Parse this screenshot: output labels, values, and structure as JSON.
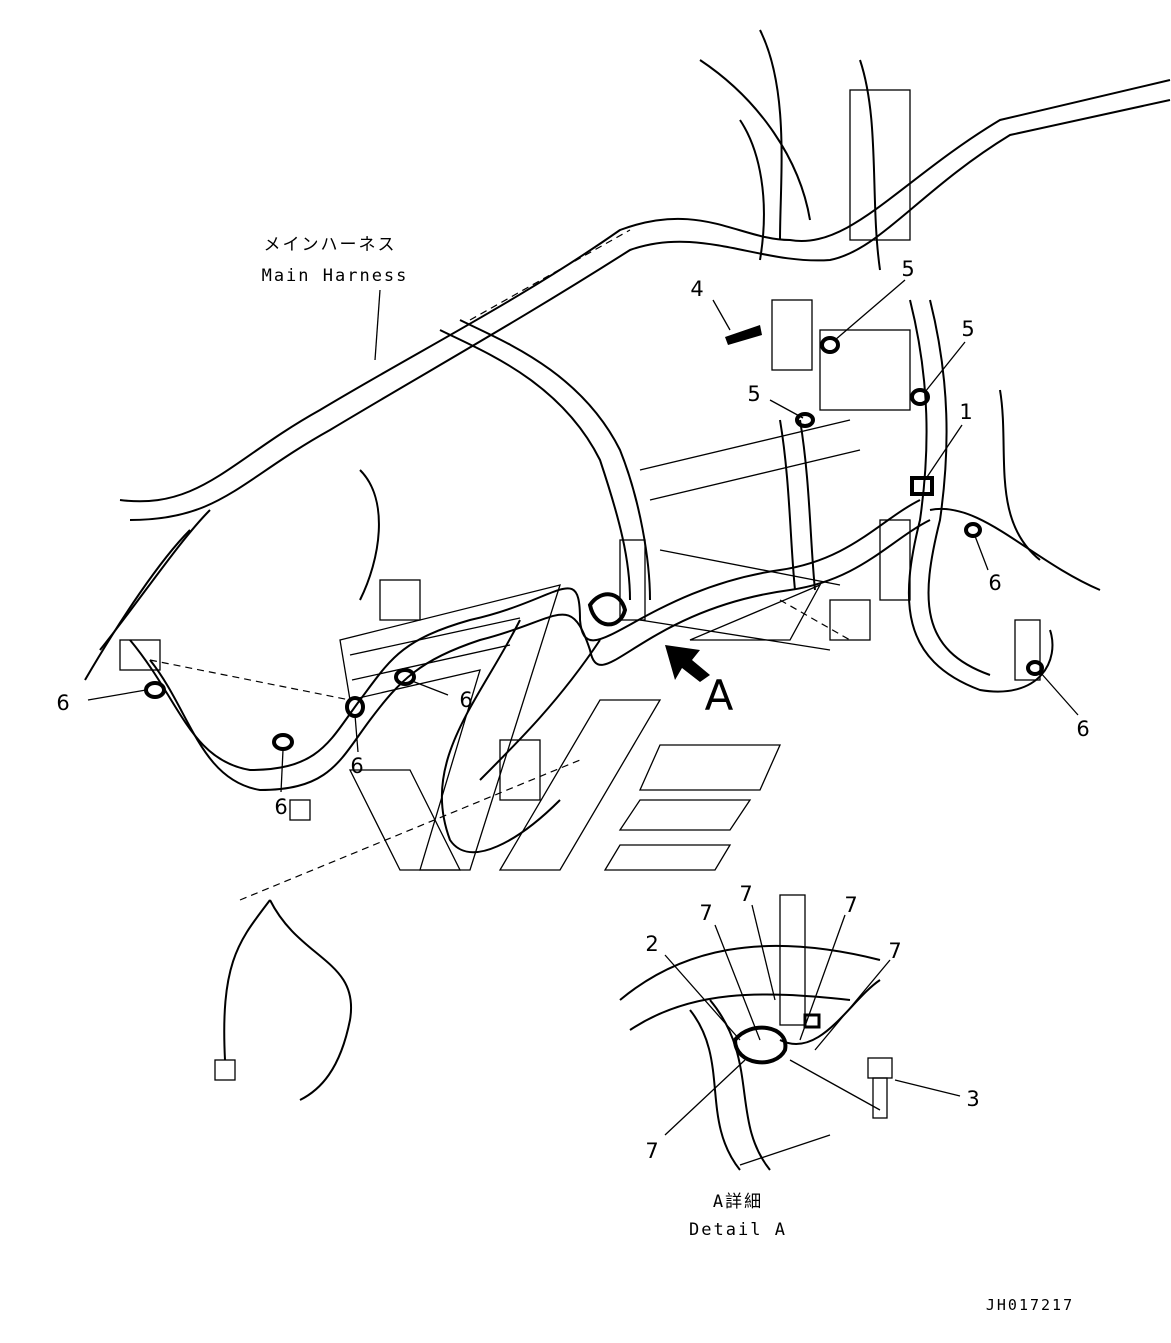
{
  "title_jp": "メインハーネス",
  "title_en": "Main Harness",
  "view_marker": "A",
  "detail_jp": "A詳細",
  "detail_en": "Detail A",
  "drawing_code": "JH017217",
  "callouts": [
    "4",
    "5",
    "5",
    "5",
    "1",
    "6",
    "6",
    "6",
    "6",
    "6",
    "6",
    "2",
    "7",
    "7",
    "7",
    "7",
    "7",
    "3"
  ]
}
